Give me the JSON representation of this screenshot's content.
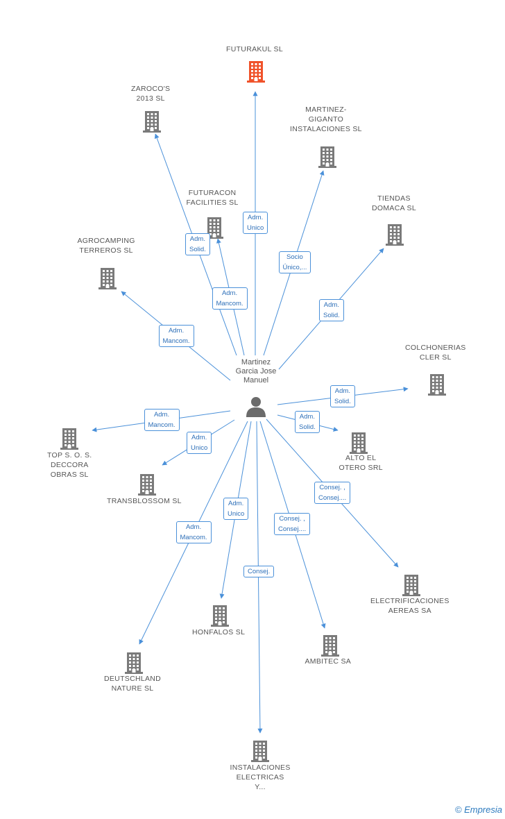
{
  "colors": {
    "edge": "#4a90d9",
    "building": "#7a7a7a",
    "highlight": "#f0522a",
    "person": "#6b6b6b"
  },
  "center": {
    "name": "Martinez\nGarcia Jose\nManuel"
  },
  "nodes": [
    {
      "id": "futurakul",
      "label": "FUTURAKUL SL",
      "highlight": true
    },
    {
      "id": "zarocos",
      "label": "ZAROCO'S\n2013  SL"
    },
    {
      "id": "martinez-giganto",
      "label": "MARTINEZ-\nGIGANTO\nINSTALACIONES SL"
    },
    {
      "id": "futuracon",
      "label": "FUTURACON\nFACILITIES  SL"
    },
    {
      "id": "tiendas",
      "label": "TIENDAS\nDOMACA SL"
    },
    {
      "id": "agrocamping",
      "label": "AGROCAMPING\nTERREROS SL"
    },
    {
      "id": "colchonerias",
      "label": "COLCHONERIAS\nCLER SL"
    },
    {
      "id": "tops",
      "label": "TOP S.  O. S.\nDECCORA\nOBRAS SL"
    },
    {
      "id": "alto",
      "label": "ALTO EL\nOTERO SRL"
    },
    {
      "id": "transblossom",
      "label": "TRANSBLOSSOM SL"
    },
    {
      "id": "electrificaciones",
      "label": "ELECTRIFICACIONES\nAEREAS SA"
    },
    {
      "id": "honfalos",
      "label": "HONFALOS  SL"
    },
    {
      "id": "ambitec",
      "label": "AMBITEC SA"
    },
    {
      "id": "deutschland",
      "label": "DEUTSCHLAND\nNATURE SL"
    },
    {
      "id": "instalaciones",
      "label": "INSTALACIONES\nELECTRICAS\nY..."
    }
  ],
  "edges": [
    {
      "to": "futurakul",
      "label": "Adm.\nUnico"
    },
    {
      "to": "zarocos",
      "label": "Adm.\nSolid."
    },
    {
      "to": "futuracon",
      "label": "Adm.\nMancom."
    },
    {
      "to": "martinez-giganto",
      "label": "Socio\nÚnico,..."
    },
    {
      "to": "tiendas",
      "label": "Adm.\nSolid."
    },
    {
      "to": "agrocamping",
      "label": "Adm.\nMancom."
    },
    {
      "to": "colchonerias",
      "label": "Adm.\nSolid."
    },
    {
      "to": "alto",
      "label": "Adm.\nSolid."
    },
    {
      "to": "tops",
      "label": "Adm.\nMancom."
    },
    {
      "to": "transblossom",
      "label": "Adm.\nUnico"
    },
    {
      "to": "electrificaciones",
      "label": "Consej. ,\nConsej...."
    },
    {
      "to": "ambitec",
      "label": "Consej. ,\nConsej...."
    },
    {
      "to": "honfalos",
      "label": "Adm.\nUnico"
    },
    {
      "to": "instalaciones",
      "label": "Consej."
    },
    {
      "to": "deutschland",
      "label": "Adm.\nMancom."
    }
  ],
  "footer": {
    "copyright": "©",
    "brand": "Empresia"
  }
}
